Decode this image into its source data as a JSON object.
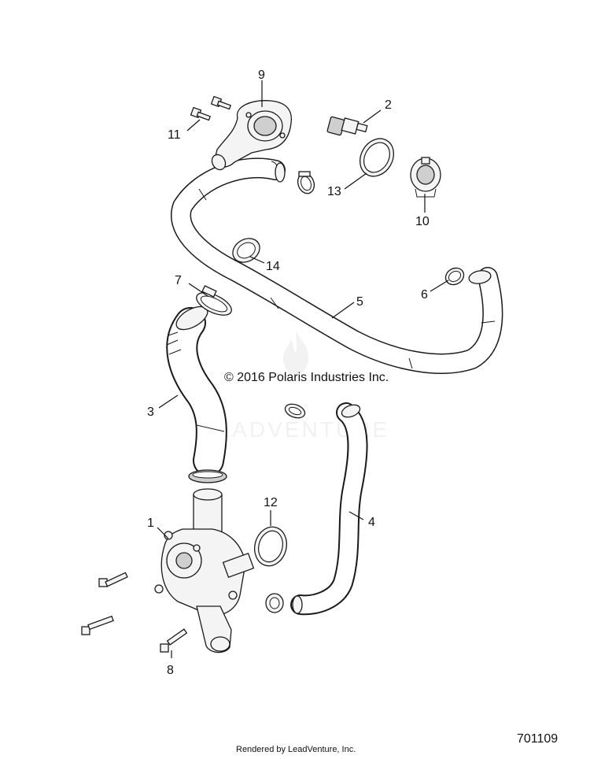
{
  "callouts": [
    {
      "id": "1",
      "label": "1"
    },
    {
      "id": "2",
      "label": "2"
    },
    {
      "id": "3",
      "label": "3"
    },
    {
      "id": "4",
      "label": "4"
    },
    {
      "id": "5",
      "label": "5"
    },
    {
      "id": "6",
      "label": "6"
    },
    {
      "id": "7",
      "label": "7"
    },
    {
      "id": "8",
      "label": "8"
    },
    {
      "id": "9",
      "label": "9"
    },
    {
      "id": "10",
      "label": "10"
    },
    {
      "id": "11",
      "label": "11"
    },
    {
      "id": "12",
      "label": "12"
    },
    {
      "id": "13",
      "label": "13"
    },
    {
      "id": "14",
      "label": "14"
    }
  ],
  "copyright": "© 2016 Polaris Industries Inc.",
  "watermark": "LEADVENTURE",
  "footer": {
    "rendered_by": "Rendered by LeadVenture, Inc.",
    "diagram_number": "701109"
  }
}
